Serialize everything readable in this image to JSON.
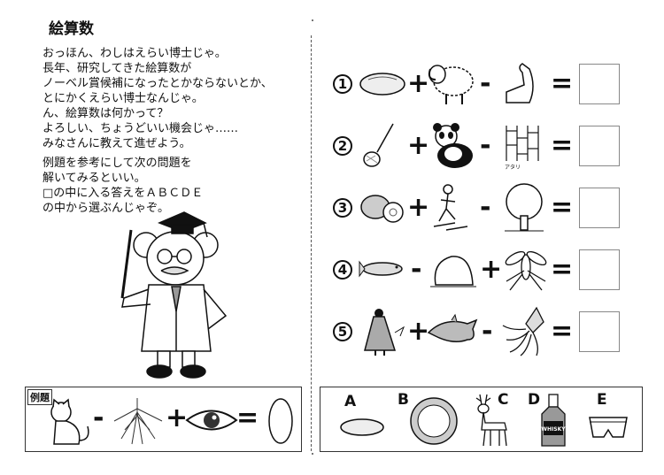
{
  "title": "絵算数",
  "intro": "おっほん、わしはえらい博士じゃ。\n長年、研究してきた絵算数が\nノーベル賞候補になったとかならないとか、\nとにかくえらい博士なんじゃ。\nん、絵算数は何かって？\nよろしい、ちょうどいい機会じゃ……\nみなさんに教えて進ぜよう。",
  "instructions": "例題を参考にして次の問題を\n解いてみるといい。\n□の中に入る答えをＡＢＣＤＥ\nの中から選ぶんじゃぞ。",
  "example": {
    "label": "例題",
    "terms": [
      "cat-icon",
      "-",
      "roots-icon",
      "+",
      "eye-icon",
      "=",
      "rice-grain-icon"
    ]
  },
  "problems": [
    {
      "number": "1",
      "terms": [
        "bread-icon",
        "+",
        "sheep-icon",
        "-",
        "arm-icon",
        "="
      ]
    },
    {
      "number": "2",
      "terms": [
        "net-icon",
        "+",
        "panda-icon",
        "-",
        "amida-icon",
        "="
      ],
      "note": "アタリ"
    },
    {
      "number": "3",
      "terms": [
        "kiwi-icon",
        "+",
        "skier-icon",
        "-",
        "tree-icon",
        "="
      ]
    },
    {
      "number": "4",
      "terms": [
        "fish-icon",
        "-",
        "rock-icon",
        "+",
        "mosquito-icon",
        "="
      ]
    },
    {
      "number": "5",
      "terms": [
        "cloak-man-icon",
        "+",
        "dolphin-icon",
        "-",
        "squid-icon",
        "="
      ]
    }
  ],
  "choices": [
    {
      "letter": "A",
      "icon": "bread-icon"
    },
    {
      "letter": "B",
      "icon": "coconut-icon"
    },
    {
      "letter": "C",
      "icon": "deer-icon"
    },
    {
      "letter": "D",
      "icon": "whisky-bottle-icon",
      "label": "WHISKY"
    },
    {
      "letter": "E",
      "icon": "underpants-icon"
    }
  ],
  "colors": {
    "line": "#111111",
    "answer_border": "#888888"
  }
}
